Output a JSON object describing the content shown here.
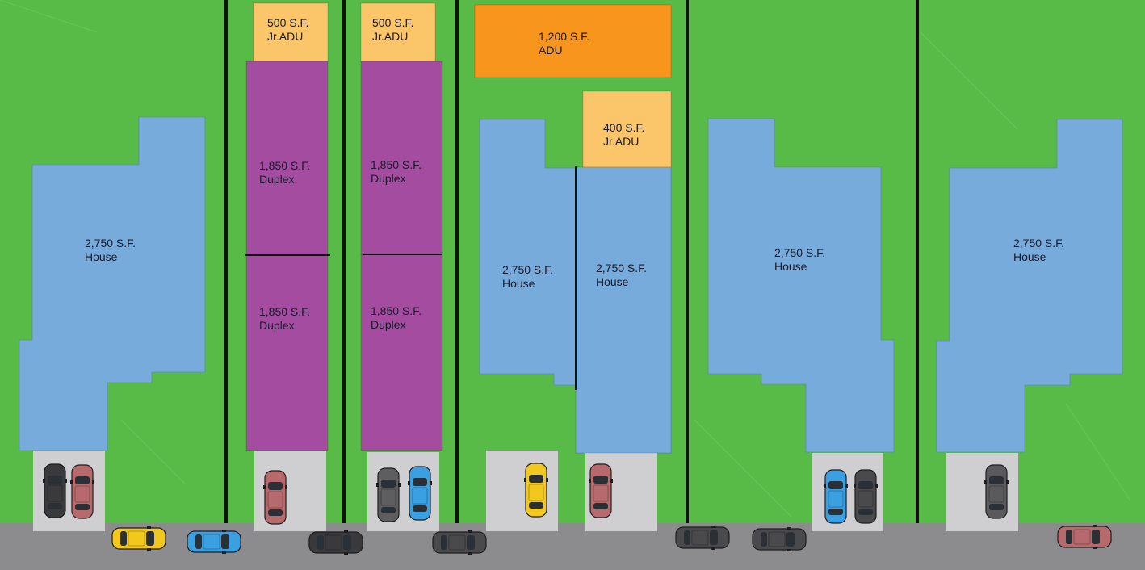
{
  "colors": {
    "lawn": "#58bb47",
    "street": "#8c8c8e",
    "driveway": "#cfcfd1",
    "house": "#77abdb",
    "duplex": "#a44da0",
    "jr_adu": "#fbc56a",
    "adu": "#f7951d",
    "divider": "#111111"
  },
  "lots": [
    {
      "id": "lot-1",
      "buildings": [
        {
          "kind": "house",
          "size": "2,750 S.F.",
          "type": "House"
        }
      ],
      "parked_cars": [
        {
          "model": "minivan",
          "color": "#3a3a3c"
        },
        {
          "model": "sedan",
          "color": "#b76a6c"
        }
      ]
    },
    {
      "id": "lot-2",
      "buildings": [
        {
          "kind": "jr-adu",
          "size": "500 S.F.",
          "type": "Jr.ADU"
        },
        {
          "kind": "duplex-unit",
          "size": "1,850 S.F.",
          "type": "Duplex"
        },
        {
          "kind": "duplex-unit",
          "size": "1,850 S.F.",
          "type": "Duplex"
        }
      ],
      "parked_cars": [
        {
          "model": "sedan",
          "color": "#b76a6c"
        }
      ]
    },
    {
      "id": "lot-3",
      "buildings": [
        {
          "kind": "jr-adu",
          "size": "500 S.F.",
          "type": "Jr.ADU"
        },
        {
          "kind": "duplex-unit",
          "size": "1,850 S.F.",
          "type": "Duplex"
        },
        {
          "kind": "duplex-unit",
          "size": "1,850 S.F.",
          "type": "Duplex"
        }
      ],
      "parked_cars": [
        {
          "model": "pickup",
          "color": "#5e5e60"
        },
        {
          "model": "suv",
          "color": "#3ba0e2"
        }
      ]
    },
    {
      "id": "lot-4",
      "buildings": [
        {
          "kind": "adu",
          "size": "1,200 S.F.",
          "type": "ADU"
        },
        {
          "kind": "jr-adu",
          "size": "400 S.F.",
          "type": "Jr.ADU"
        },
        {
          "kind": "house",
          "size": "2,750 S.F.",
          "type": "House"
        },
        {
          "kind": "house-attached",
          "size": "2,750 S.F.",
          "type": "House"
        }
      ],
      "parked_cars": [
        {
          "model": "coupe",
          "color": "#f2c81f"
        },
        {
          "model": "sedan",
          "color": "#b76a6c"
        }
      ]
    },
    {
      "id": "lot-5",
      "buildings": [
        {
          "kind": "house",
          "size": "2,750 S.F.",
          "type": "House"
        }
      ],
      "parked_cars": [
        {
          "model": "suv",
          "color": "#3ba0e2"
        },
        {
          "model": "suv",
          "color": "#4a4a4c"
        }
      ]
    },
    {
      "id": "lot-6",
      "buildings": [
        {
          "kind": "house",
          "size": "2,750 S.F.",
          "type": "House"
        }
      ],
      "parked_cars": [
        {
          "model": "suv",
          "color": "#5a5a5c"
        }
      ]
    }
  ],
  "street_cars": [
    {
      "model": "coupe",
      "color": "#f2c81f"
    },
    {
      "model": "hatchback",
      "color": "#3ba0e2"
    },
    {
      "model": "suv",
      "color": "#3a3a3c"
    },
    {
      "model": "sedan",
      "color": "#4a4a4c"
    },
    {
      "model": "sedan",
      "color": "#4a4a4c"
    },
    {
      "model": "sedan",
      "color": "#4a4a4c"
    },
    {
      "model": "sedan",
      "color": "#b76a6c"
    }
  ]
}
